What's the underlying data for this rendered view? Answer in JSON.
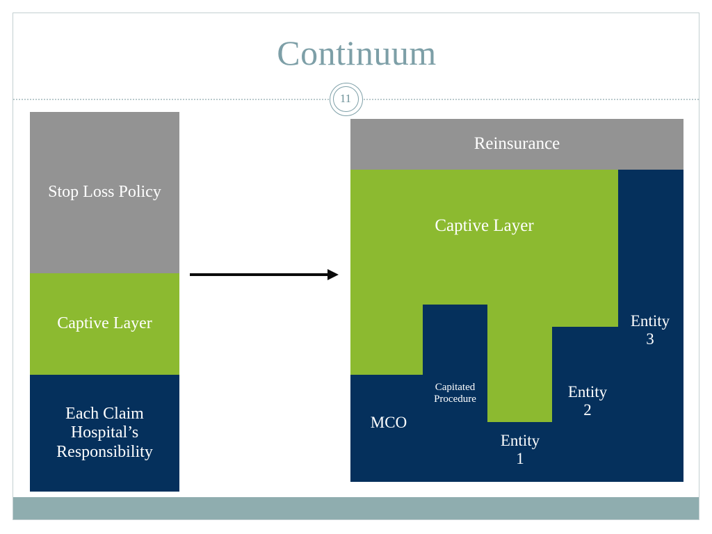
{
  "slide": {
    "title": "Continuum",
    "page_number": "11",
    "accent_color": "#7d9fa7",
    "bottom_bar_color": "#8fadaf",
    "border_color": "#c3cfd1"
  },
  "palette": {
    "gray": "#939393",
    "green": "#8cba30",
    "navy": "#05305c",
    "white": "#ffffff",
    "arrow": "#0b0b0b"
  },
  "left_stack": {
    "name": "traditional-stop-loss-stack",
    "layers": [
      {
        "label": "Stop Loss Policy",
        "color": "#939393"
      },
      {
        "label": "Captive Layer",
        "color": "#8cba30"
      },
      {
        "label": "Each Claim\nHospital’s\nResponsibility",
        "color": "#05305c"
      }
    ]
  },
  "arrow": {
    "name": "transition-arrow",
    "direction": "right"
  },
  "right_diagram": {
    "name": "continuum-risk-layers",
    "top_band": {
      "label": "Reinsurance",
      "color": "#939393"
    },
    "middle_band": {
      "label": "Captive Layer",
      "color": "#8cba30"
    },
    "retention_steps": [
      {
        "label": "MCO",
        "color": "#05305c"
      },
      {
        "label": "Capitated\nProcedure",
        "color": "#05305c"
      },
      {
        "label": "Entity\n1",
        "color": "#05305c"
      },
      {
        "label": "Entity\n2",
        "color": "#05305c"
      },
      {
        "label": "Entity\n3",
        "color": "#05305c"
      }
    ]
  }
}
